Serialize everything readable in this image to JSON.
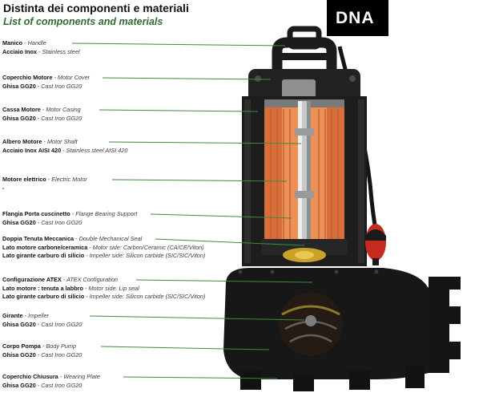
{
  "header": {
    "title": "Distinta dei componenti e materiali",
    "subtitle": "List of components and materials",
    "model_badge": "DNA"
  },
  "colors": {
    "accent_green": "#3f8a3c",
    "badge_bg": "#000000",
    "badge_text": "#ffffff",
    "pump_black": "#1a1a1a",
    "motor_interior_orange": "#e08a4f",
    "seal_yellow": "#c9a227",
    "float_red": "#c42a1e"
  },
  "components": [
    {
      "lines": [
        {
          "it": "Manico",
          "en": "- Handle"
        },
        {
          "it": "Acciaio Inox",
          "en": "- Stainless steel"
        }
      ]
    },
    {
      "lines": [
        {
          "it": "Coperchio Motore",
          "en": "- Motor Cover"
        },
        {
          "it": "Ghisa GG20",
          "en": "- Cast Iron GG20"
        }
      ]
    },
    {
      "lines": [
        {
          "it": "Cassa Motore",
          "en": "- Motor Casing"
        },
        {
          "it": "Ghisa GG20",
          "en": "- Cast Iron GG20"
        }
      ]
    },
    {
      "lines": [
        {
          "it": "Albero Motore",
          "en": "- Motor Shaft"
        },
        {
          "it": "Acciaio Inox AISI 420",
          "en": "- Stainless steel AISI 420"
        }
      ]
    },
    {
      "lines": [
        {
          "it": "Motore elettrico",
          "en": "- Electric Motor"
        },
        {
          "it": "-",
          "en": ""
        }
      ]
    },
    {
      "lines": [
        {
          "it": "Flangia Porta cuscinetto",
          "en": "- Flange Bearing Support"
        },
        {
          "it": "Ghisa GG20",
          "en": "- Cast Iron GG20"
        }
      ]
    },
    {
      "lines": [
        {
          "it": "Doppia Tenuta Meccanica",
          "en": "- Double Mechanical Seal"
        },
        {
          "it": "Lato motore carbone/ceramica",
          "en": "- Motor side: Carbon/Ceramic (CA/CE/Viton)"
        },
        {
          "it": "Lato girante carburo di silicio",
          "en": "- Impeller side: Silicon carbide (SIC/SIC/Viton)"
        }
      ]
    },
    {
      "lines": [
        {
          "it": "Configurazione ATEX",
          "en": "- ATEX Configuration"
        },
        {
          "it": "Lato motore : tenuta a labbro",
          "en": "- Motor side: Lip seal"
        },
        {
          "it": "Lato girante carburo di silicio",
          "en": "- Impeller side: Silicon carbide (SIC/SIC/Viton)"
        }
      ]
    },
    {
      "lines": [
        {
          "it": "Girante",
          "en": "- Impeller"
        },
        {
          "it": "Ghisa GG20",
          "en": "- Cast Iron GG20"
        }
      ]
    },
    {
      "lines": [
        {
          "it": "Corpo Pompa",
          "en": "- Body Pump"
        },
        {
          "it": "Ghisa GG20",
          "en": "- Cast Iron GG20"
        }
      ]
    },
    {
      "lines": [
        {
          "it": "Coperchio Chiusura",
          "en": "- Wearing Plate"
        },
        {
          "it": "Ghisa GG20",
          "en": "- Cast Iron GG20"
        }
      ]
    }
  ]
}
